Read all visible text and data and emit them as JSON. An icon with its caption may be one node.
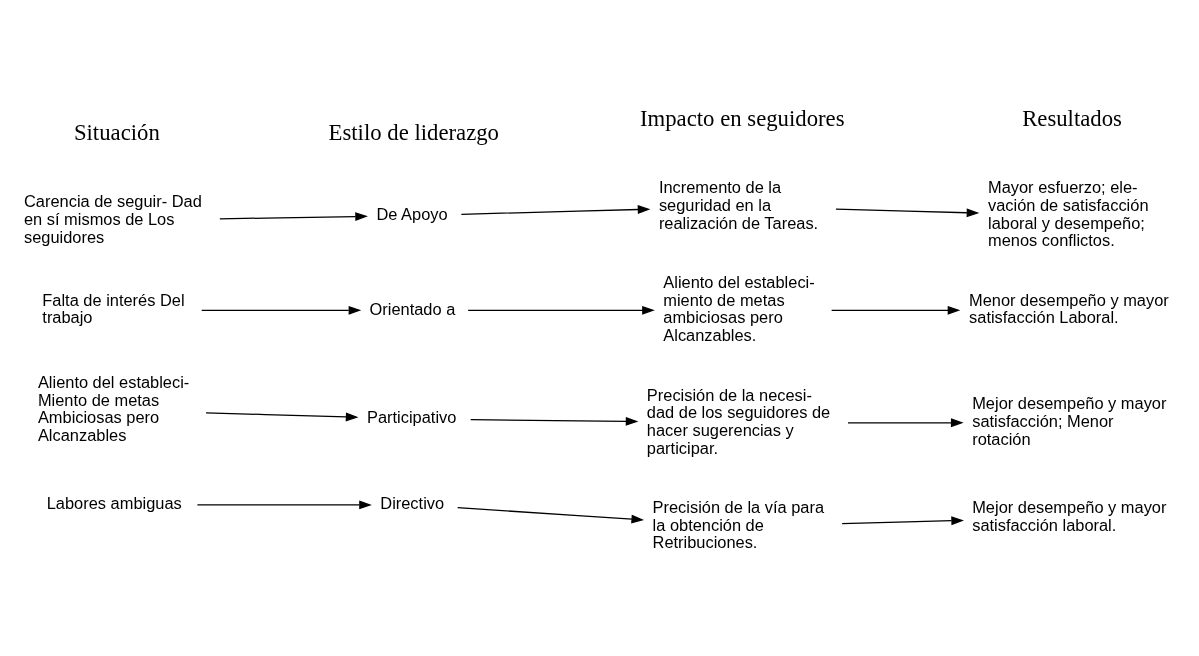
{
  "diagram": {
    "nodes": [
      {
        "text": [
          "Carencia de seguir- Dad en sí mismos de Los seguidores"
        ]
      },
      {
        "text": [
          "De Apoyo"
        ]
      },
      {
        "text": [
          "Incremento de la seguridad en la realización de Tareas."
        ]
      },
      {
        "text": [
          "Mayor esfuerzo; ele- vación de satisfacción laboral y desempeño; menos conflictos."
        ]
      },
      {
        "text": [
          "Falta de interés Del trabajo"
        ]
      },
      {
        "text": [
          "Orientado a"
        ]
      },
      {
        "text": [
          "Aliento del estableci- miento de metas ambiciosas pero Alcanzables."
        ]
      },
      {
        "text": [
          "Menor desempeño y mayor satisfacción Laboral."
        ]
      },
      {
        "text": [
          "Aliento del estableci- Miento de metas Ambiciosas pero Alcanzables"
        ]
      },
      {
        "text": [
          "Participativo"
        ]
      },
      {
        "text": [
          "Precisión de la necesi- dad de los seguidores de hacer sugerencias y participar."
        ]
      },
      {
        "text": [
          "Mejor desempeño y mayor satisfacción; Menor rotación"
        ]
      },
      {
        "text": [
          "Labores ambiguas"
        ]
      },
      {
        "text": [
          "Directivo"
        ]
      },
      {
        "text": [
          "Precisión de la vía para la obtención de Retribuciones."
        ]
      },
      {
        "text": [
          "Mejor desempeño y mayor satisfacción laboral."
        ]
      }
    ],
    "edges": [
      {
        "from": 0,
        "to": 1,
        "arrow": "to"
      },
      {
        "from": 1,
        "to": 2,
        "arrow": "to"
      },
      {
        "from": 2,
        "to": 3,
        "arrow": "to"
      },
      {
        "from": 4,
        "to": 5,
        "arrow": "to"
      },
      {
        "from": 5,
        "to": 6,
        "arrow": "to"
      },
      {
        "from": 6,
        "to": 7,
        "arrow": "to"
      },
      {
        "from": 8,
        "to": 9,
        "arrow": "to"
      },
      {
        "from": 9,
        "to": 10,
        "arrow": "to"
      },
      {
        "from": 10,
        "to": 11,
        "arrow": "to"
      },
      {
        "from": 12,
        "to": 13,
        "arrow": "to"
      },
      {
        "from": 13,
        "to": 14,
        "arrow": "to"
      },
      {
        "from": 14,
        "to": 15,
        "arrow": "to"
      }
    ],
    "labels": [
      "Situación",
      "Estilo de liderazgo",
      "Impacto en seguidores",
      "Resultados"
    ]
  }
}
